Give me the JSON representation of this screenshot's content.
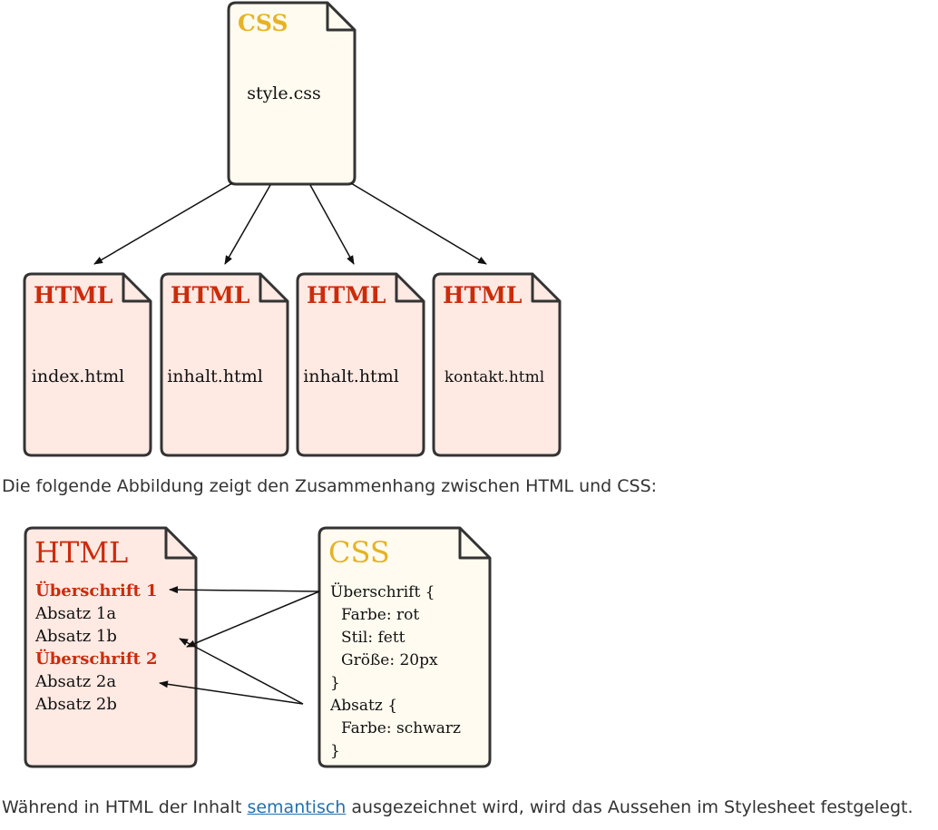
{
  "diagram1": {
    "css_file": {
      "type_label": "CSS",
      "filename": "style.css"
    },
    "html_files": [
      {
        "type_label": "HTML",
        "filename": "index.html"
      },
      {
        "type_label": "HTML",
        "filename": "inhalt.html"
      },
      {
        "type_label": "HTML",
        "filename": "inhalt.html"
      },
      {
        "type_label": "HTML",
        "filename": "kontakt.html"
      }
    ]
  },
  "paragraph1": "Die folgende Abbildung zeigt den Zusammenhang zwischen HTML und CSS:",
  "diagram2": {
    "html_doc": {
      "type_label": "HTML",
      "lines": [
        "Überschrift 1",
        "Absatz 1a",
        "Absatz 1b",
        "Überschrift 2",
        "Absatz 2a",
        "Absatz 2b"
      ]
    },
    "css_doc": {
      "type_label": "CSS",
      "lines": [
        "Überschrift {",
        "Farbe: rot",
        "Stil: fett",
        "Größe: 20px",
        "}",
        "Absatz {",
        "Farbe: schwarz",
        "}"
      ]
    }
  },
  "paragraph2": {
    "before": "Während in HTML der Inhalt ",
    "link": "semantisch",
    "after": " ausgezeichnet wird, wird das Aussehen im Stylesheet festgelegt."
  },
  "colors": {
    "css_accent": "#e6b325",
    "html_accent": "#cc2b0a",
    "css_fill": "#fffbf0",
    "html_fill": "#ffe9e3",
    "outline": "#333333",
    "link": "#2271b1"
  }
}
